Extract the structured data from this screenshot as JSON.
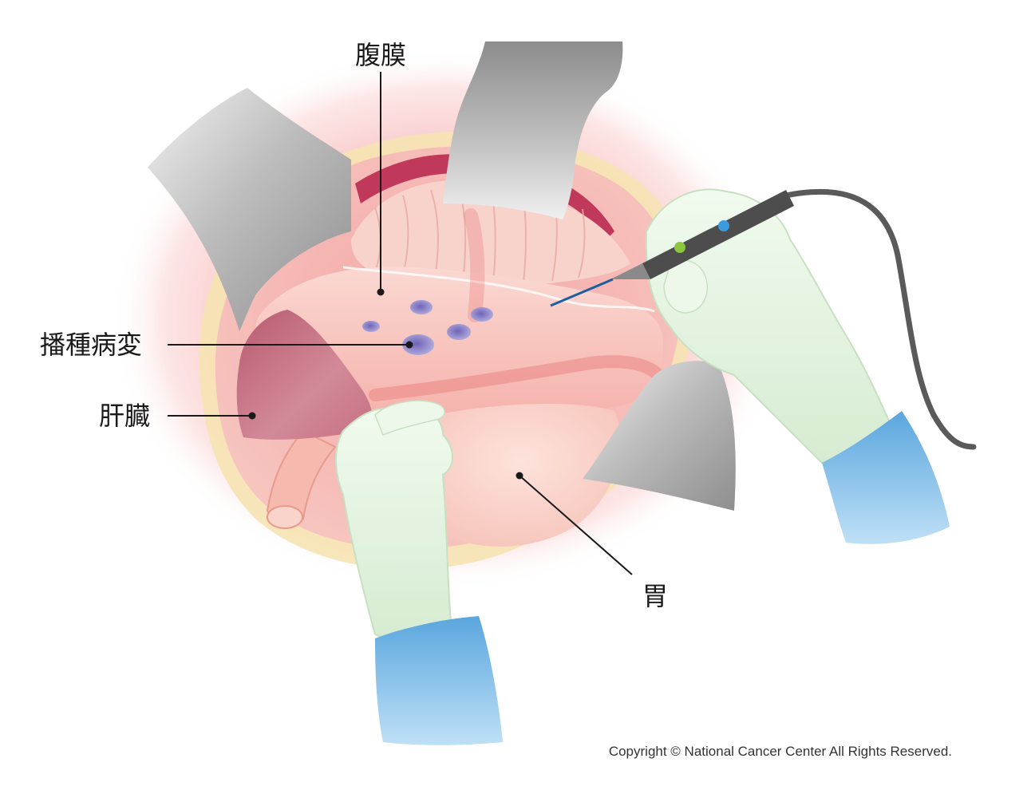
{
  "labels": {
    "peritoneum": "腹膜",
    "dissemination": "播種病変",
    "liver": "肝臓",
    "stomach": "胃"
  },
  "copyright": "Copyright © National Cancer Center All Rights Reserved.",
  "colors": {
    "tissue_pink": "#f6b8b8",
    "liver": "#c9667a",
    "nodule": "#8b83c6",
    "glove": "#e4f3e0",
    "sleeve": "#6aaee0",
    "retractor": "#9a9a9a",
    "leader_line": "#1a1a1a"
  }
}
